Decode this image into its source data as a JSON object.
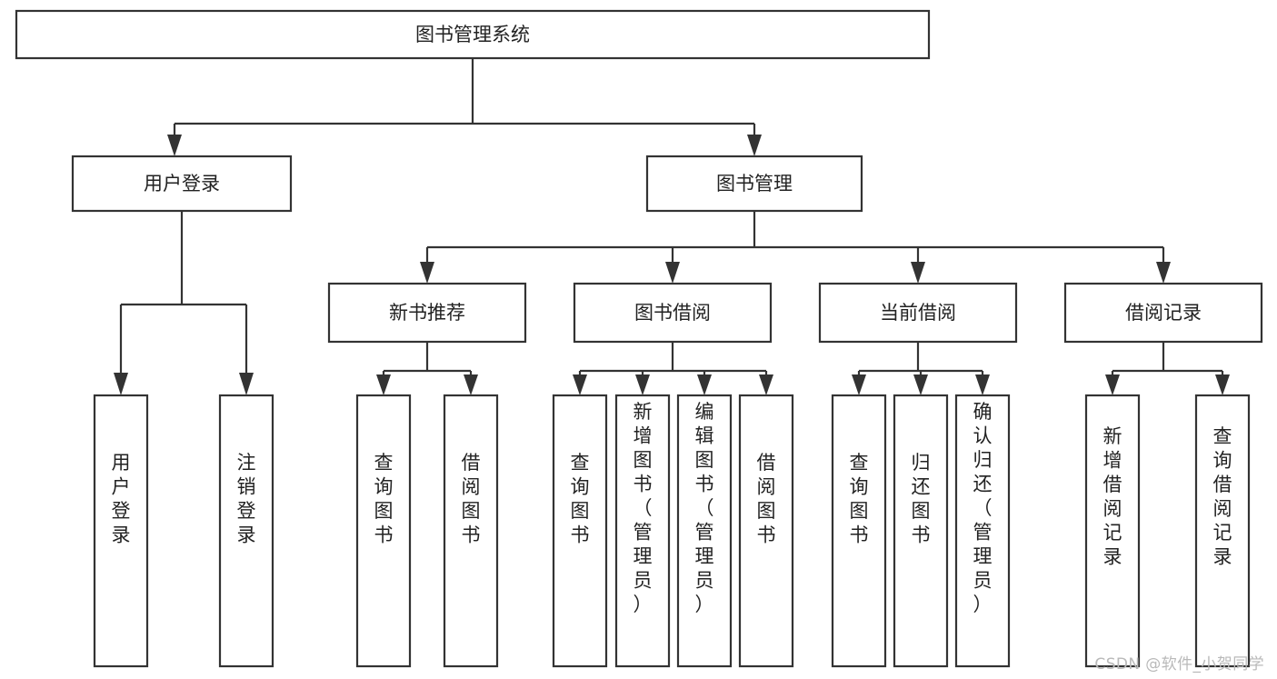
{
  "diagram": {
    "title": "图书管理系统",
    "type": "tree",
    "orientation": "top-down",
    "background_color": "#ffffff",
    "box_border_color": "#333333",
    "box_fill_color": "#ffffff",
    "text_color": "#222222",
    "connector_color": "#333333"
  },
  "nodes": {
    "root": {
      "id": "root",
      "label": "图书管理系统",
      "level": 0,
      "orientation": "horizontal"
    },
    "l1": [
      {
        "id": "user-login",
        "label": "用户登录",
        "level": 1,
        "orientation": "horizontal"
      },
      {
        "id": "book-manage",
        "label": "图书管理",
        "level": 1,
        "orientation": "horizontal"
      }
    ],
    "l2": [
      {
        "id": "new-book-rec",
        "label": "新书推荐",
        "level": 2,
        "orientation": "horizontal",
        "parent": "book-manage"
      },
      {
        "id": "book-borrow",
        "label": "图书借阅",
        "level": 2,
        "orientation": "horizontal",
        "parent": "book-manage"
      },
      {
        "id": "current-borrow",
        "label": "当前借阅",
        "level": 2,
        "orientation": "horizontal",
        "parent": "book-manage"
      },
      {
        "id": "borrow-record",
        "label": "借阅记录",
        "level": 2,
        "orientation": "horizontal",
        "parent": "book-manage"
      }
    ],
    "leaves": [
      {
        "id": "leaf-user-login",
        "label": "用户登录",
        "parent": "user-login",
        "orientation": "vertical"
      },
      {
        "id": "leaf-logout-login",
        "label": "注销登录",
        "parent": "user-login",
        "orientation": "vertical"
      },
      {
        "id": "leaf-query-book-1",
        "label": "查询图书",
        "parent": "new-book-rec",
        "orientation": "vertical"
      },
      {
        "id": "leaf-borrow-book-1",
        "label": "借阅图书",
        "parent": "new-book-rec",
        "orientation": "vertical"
      },
      {
        "id": "leaf-query-book-2",
        "label": "查询图书",
        "parent": "book-borrow",
        "orientation": "vertical"
      },
      {
        "id": "leaf-add-book",
        "label": "新增图书（管理员）",
        "parent": "book-borrow",
        "orientation": "vertical"
      },
      {
        "id": "leaf-edit-book",
        "label": "编辑图书（管理员）",
        "parent": "book-borrow",
        "orientation": "vertical"
      },
      {
        "id": "leaf-borrow-book-2",
        "label": "借阅图书",
        "parent": "book-borrow",
        "orientation": "vertical"
      },
      {
        "id": "leaf-query-book-3",
        "label": "查询图书",
        "parent": "current-borrow",
        "orientation": "vertical"
      },
      {
        "id": "leaf-return-book",
        "label": "归还图书",
        "parent": "current-borrow",
        "orientation": "vertical"
      },
      {
        "id": "leaf-confirm-return",
        "label": "确认归还（管理员）",
        "parent": "current-borrow",
        "orientation": "vertical"
      },
      {
        "id": "leaf-add-record",
        "label": "新增借阅记录",
        "parent": "borrow-record",
        "orientation": "vertical"
      },
      {
        "id": "leaf-query-record",
        "label": "查询借阅记录",
        "parent": "borrow-record",
        "orientation": "vertical"
      }
    ]
  },
  "watermark": {
    "text": "CSDN @软件_小贺同学"
  }
}
